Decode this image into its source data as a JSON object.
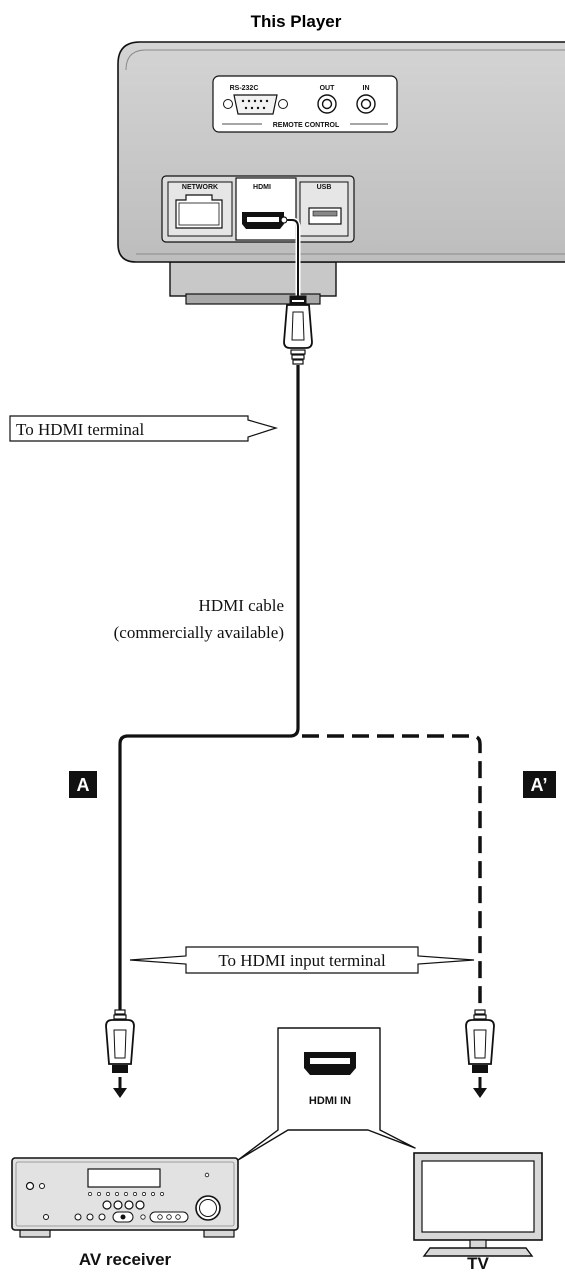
{
  "player": {
    "title": "This Player",
    "ports": {
      "rs232c": "RS-232C",
      "out": "OUT",
      "in": "IN",
      "remote_control": "REMOTE CONTROL",
      "network": "NETWORK",
      "hdmi": "HDMI",
      "usb": "USB"
    }
  },
  "callouts": {
    "to_hdmi_terminal": "To HDMI terminal",
    "to_hdmi_input_terminal": "To HDMI input terminal",
    "hdmi_in": "HDMI IN"
  },
  "cable": {
    "label_line1": "HDMI cable",
    "label_line2": "(commercially available)"
  },
  "routes": {
    "a": "A",
    "a_prime": "A’"
  },
  "devices": {
    "av_receiver": "AV receiver",
    "tv": "TV"
  }
}
